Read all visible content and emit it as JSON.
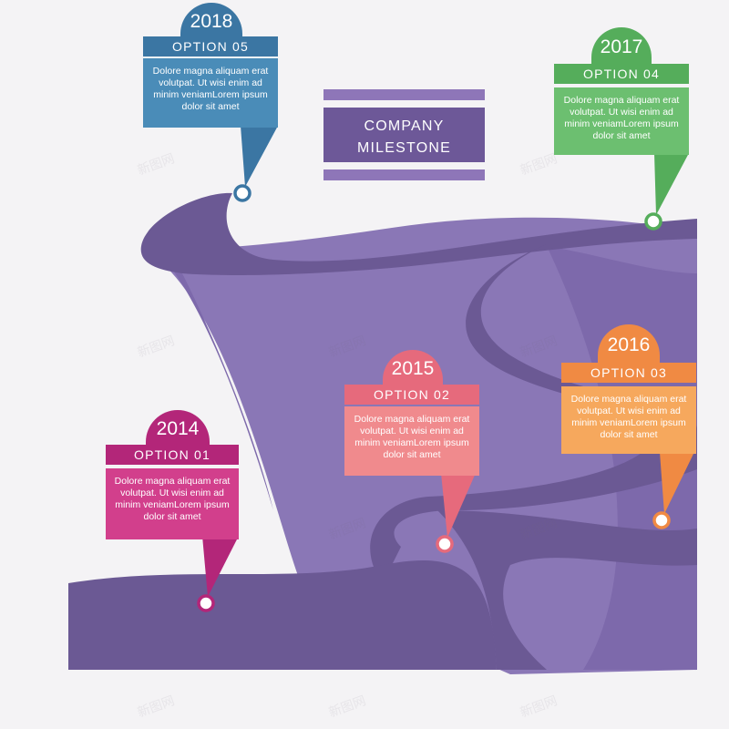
{
  "title": {
    "line1": "COMPANY",
    "line2": "MILESTONE"
  },
  "watermark": "新图网",
  "milestones": [
    {
      "year": "2014",
      "option": "OPTION 01",
      "text": "Dolore magna aliquam erat volutpat. Ut wisi enim ad minim veniamLorem ipsum dolor sit amet",
      "color": "#d23f8c",
      "dark": "#b32679"
    },
    {
      "year": "2015",
      "option": "OPTION 02",
      "text": "Dolore magna aliquam erat volutpat. Ut wisi enim ad minim veniamLorem ipsum dolor sit amet",
      "color": "#f08a8d",
      "dark": "#e66a7c"
    },
    {
      "year": "2016",
      "option": "OPTION 03",
      "text": "Dolore magna aliquam erat volutpat. Ut wisi enim ad minim veniamLorem ipsum dolor sit amet",
      "color": "#f6a85d",
      "dark": "#f08a43"
    },
    {
      "year": "2017",
      "option": "OPTION 04",
      "text": "Dolore magna aliquam erat volutpat. Ut wisi enim ad minim veniamLorem ipsum dolor sit amet",
      "color": "#6cbf70",
      "dark": "#55ad5b"
    },
    {
      "year": "2018",
      "option": "OPTION 05",
      "text": "Dolore magna aliquam erat volutpat. Ut wisi enim ad minim veniamLorem ipsum dolor sit amet",
      "color": "#4a8cb8",
      "dark": "#3b76a3"
    }
  ],
  "colors": {
    "road": "#6b5994",
    "mountain": "#8a77b6",
    "mountain_shade": "#7a66a8",
    "background": "#f4f3f5"
  }
}
